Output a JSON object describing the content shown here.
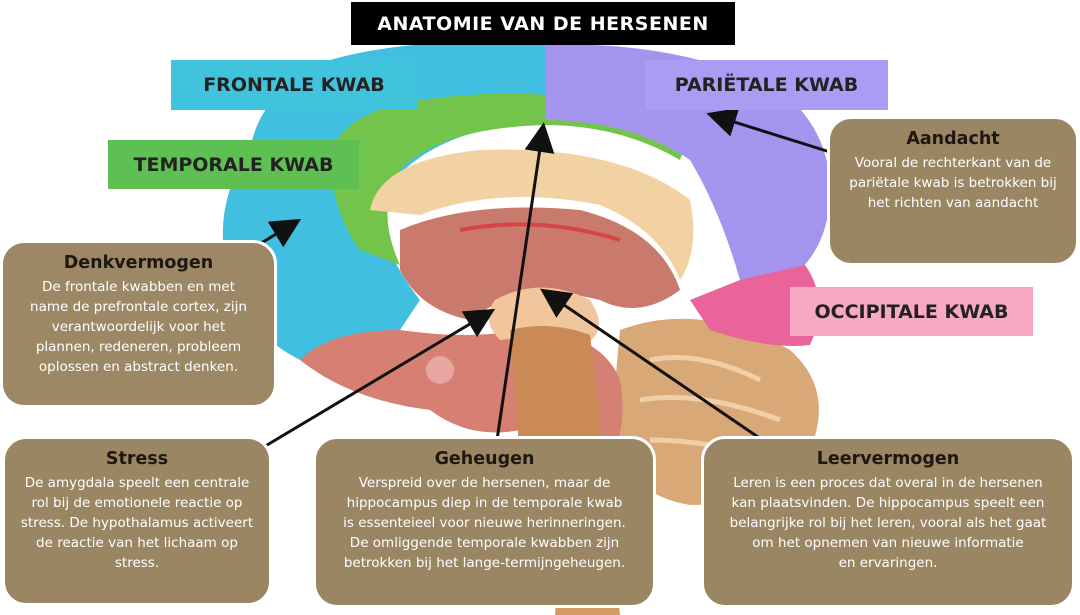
{
  "title": "ANATOMIE VAN DE HERSENEN",
  "lobes": {
    "frontal": "FRONTALE KWAB",
    "temporal": "TEMPORALE KWAB",
    "parietal": "PARIËTALE KWAB",
    "occipital": "OCCIPITALE KWAB"
  },
  "boxes": {
    "denkvermogen": {
      "title": "Denkvermogen",
      "text": "De frontale kwabben en met\nname de prefrontale cortex, zijn\nverantwoordelijk voor het\nplannen, redeneren, probleem\noplossen en abstract denken."
    },
    "aandacht": {
      "title": "Aandacht",
      "text": "Vooral de rechterkant van de\npariëtale kwab is betrokken bij\nhet richten van aandacht"
    },
    "stress": {
      "title": "Stress",
      "text": "De amygdala speelt een centrale\nrol bij de emotionele reactie op\nstress. De hypothalamus activeert\nde reactie van het lichaam op\nstress."
    },
    "geheugen": {
      "title": "Geheugen",
      "text": "Verspreid over de hersenen, maar de\nhippocampus diep in de temporale kwab\nis essenteieel voor nieuwe herinneringen.\nDe omliggende temporale kwabben zijn\nbetrokken bij het lange-termijngeheugen."
    },
    "leervermogen": {
      "title": "Leervermogen",
      "text": "Leren is een proces dat overal in de hersenen\nkan plaatsvinden. De hippocampus speelt een\nbelangrijke rol bij het leren, vooral als het gaat\nom het opnemen van nieuwe informatie\nen ervaringen."
    }
  },
  "colors": {
    "frontal": "#3fbedc",
    "temporal": "#72c54a",
    "parietal": "#a394ee",
    "occipital": "#e8649a",
    "box": "#9a8662",
    "title_bg": "#000000"
  }
}
